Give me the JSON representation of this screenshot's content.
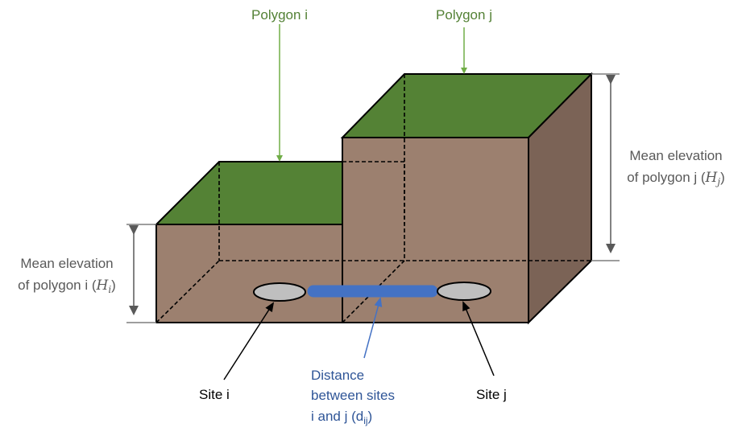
{
  "labels": {
    "polygon_i": "Polygon i",
    "polygon_j": "Polygon j",
    "elev_i_line1": "Mean elevation",
    "elev_i_line2": "of polygon i (",
    "elev_i_var": "H",
    "elev_i_sub": "i",
    "elev_i_close": ")",
    "elev_j_line1": "Mean elevation",
    "elev_j_line2": "of polygon j (",
    "elev_j_var": "H",
    "elev_j_sub": "j",
    "elev_j_close": ")",
    "site_i": "Site i",
    "site_j": "Site j",
    "distance_line1": "Distance",
    "distance_line2": "between sites",
    "distance_line3": "i and j (d",
    "distance_sub": "ij",
    "distance_close": ")"
  },
  "colors": {
    "top_green": "#548235",
    "soil_front": "#9c806f",
    "soil_side": "#7b6356",
    "site_gray": "#bfbfbf",
    "distance_blue": "#4472c4",
    "label_green": "#538135",
    "label_gray": "#595959",
    "label_blue": "#2f5597"
  }
}
